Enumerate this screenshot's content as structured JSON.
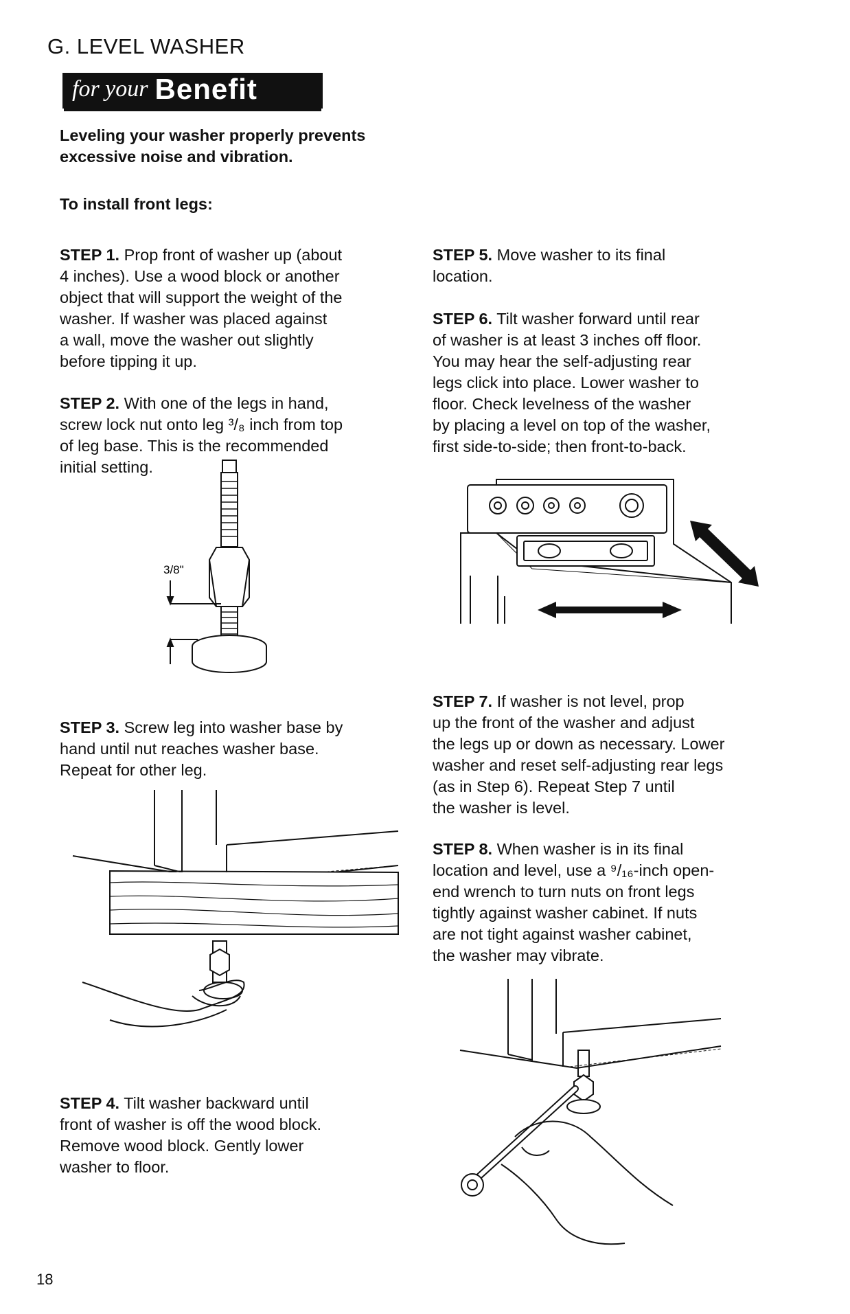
{
  "section": {
    "heading": "G. LEVEL WASHER",
    "banner_small": "for your",
    "banner_big": "Benefit",
    "intro": "Leveling your washer properly prevents excessive noise and vibration.",
    "front_legs_heading": "To install front legs:"
  },
  "steps": [
    {
      "label": "STEP 1.",
      "text": "Prop front of washer up (about\n4 inches). Use a wood block or another\nobject that will support the weight of the\nwasher. If washer was placed against\na wall, move the washer out slightly\nbefore tipping it up."
    },
    {
      "label": "STEP 2.",
      "text": "With one of the legs in hand,\nscrew lock nut onto leg ³/₈ inch from top\nof leg base. This is the recommended\ninitial setting."
    },
    {
      "label": "STEP 3.",
      "text": "Screw leg into washer base by\nhand until nut reaches washer base.\nRepeat for other leg."
    },
    {
      "label": "STEP 4.",
      "text": "Tilt washer backward until\nfront of washer is off the wood block.\nRemove wood block. Gently lower\nwasher to floor."
    },
    {
      "label": "STEP 5.",
      "text": "Move washer to its final\nlocation."
    },
    {
      "label": "STEP 6.",
      "text": "Tilt washer forward until rear\nof washer is at least 3 inches off floor.\nYou may hear the self-adjusting rear\nlegs click into place. Lower washer to\nfloor. Check levelness of the washer\nby placing a level on top of the washer,\nfirst side-to-side; then front-to-back."
    },
    {
      "label": "STEP 7.",
      "text": "If washer is not level, prop\nup the front of the washer and adjust\nthe legs up or down as necessary. Lower\nwasher and reset self-adjusting rear legs\n(as in Step 6). Repeat Step 7 until\nthe washer is level."
    },
    {
      "label": "STEP 8.",
      "text": "When washer is in its final\nlocation and level, use a ⁹/₁₆-inch open-\nend wrench to turn nuts on front legs\ntightly against washer cabinet. If nuts\nare not tight against washer cabinet,\nthe washer may vibrate."
    }
  ],
  "figure_labels": {
    "leg_measure": "3/8\""
  },
  "page_number": "18"
}
